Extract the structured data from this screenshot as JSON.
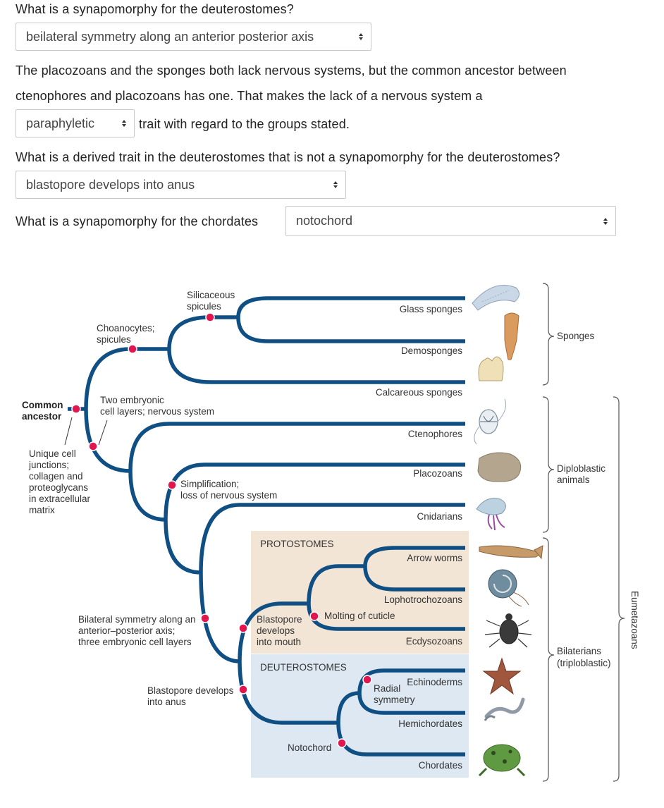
{
  "questions": {
    "q1": {
      "text": "What is a synapomorphy for the deuterostomes?",
      "answer": "beilateral symmetry along an anterior posterior axis"
    },
    "q2": {
      "text_a": "The placozoans and the sponges both lack nervous systems, but the common ancestor between",
      "text_b": "ctenophores and placozoans has one. That makes the lack of a nervous system a",
      "answer": "paraphyletic",
      "text_c": "trait with regard to the groups stated."
    },
    "q3": {
      "text": "What is a derived trait in the deuterostomes that is not a synapomorphy for the deuterostomes?",
      "answer": "blastopore develops into anus"
    },
    "q4": {
      "text": "What is a synapomorphy for the chordates",
      "answer": "notochord"
    }
  },
  "tree": {
    "common_ancestor": [
      "Common",
      "ancestor"
    ],
    "traits": {
      "choanocytes": [
        "Choanocytes;",
        "spicules"
      ],
      "siliceous": [
        "Silicaceous",
        "spicules"
      ],
      "embryonic": [
        "Two embryonic",
        "cell layers; nervous system"
      ],
      "unique": [
        "Unique cell",
        "junctions;",
        "collagen and",
        "proteoglycans",
        "in extracellular",
        "matrix"
      ],
      "simplification": [
        "Simplification;",
        "loss of nervous system"
      ],
      "bilateral": [
        "Bilateral symmetry along an",
        "anterior–posterior axis;",
        "three embryonic cell layers"
      ],
      "mouth": [
        "Blastopore",
        "develops",
        "into mouth"
      ],
      "molting": "Molting of cuticle",
      "anus": [
        "Blastopore develops",
        "into anus"
      ],
      "radial": [
        "Radial",
        "symmetry"
      ],
      "notochord": "Notochord"
    },
    "boxes": {
      "protostomes": "PROTOSTOMES",
      "deuterostomes": "DEUTEROSTOMES"
    },
    "taxa": {
      "glass": "Glass sponges",
      "demo": "Demosponges",
      "calc": "Calcareous sponges",
      "cteno": "Ctenophores",
      "placo": "Placozoans",
      "cnid": "Cnidarians",
      "arrow": "Arrow worms",
      "lopho": "Lophotrochozoans",
      "ecdy": "Ecdysozoans",
      "echino": "Echinoderms",
      "hemi": "Hemichordates",
      "chord": "Chordates"
    },
    "groups": {
      "sponges": "Sponges",
      "diplo": [
        "Diploblastic",
        "animals"
      ],
      "bilat": [
        "Bilaterians",
        "(triploblastic)"
      ],
      "eumeta": "Eumetazoans"
    }
  },
  "colors": {
    "branch": "#0f4f83",
    "dot": "#e3154f",
    "protostome_box": "#f3e5d6",
    "deuterostome_box": "#dde8f2"
  }
}
